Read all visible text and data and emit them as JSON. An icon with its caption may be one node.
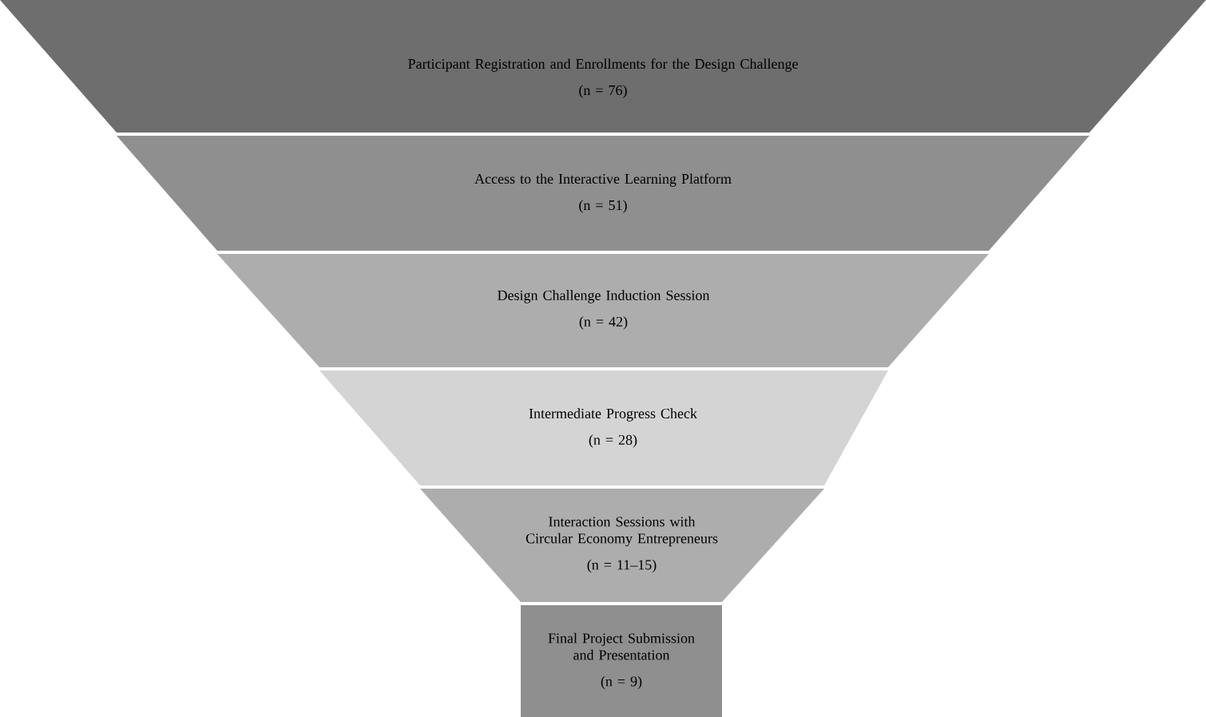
{
  "diagram": {
    "nodes": [
      {
        "text": [
          "Participant Registration and Enrollments for the Design Challenge",
          "(n = 76)"
        ]
      },
      {
        "text": [
          "Access to the Interactive Learning Platform",
          "(n = 51)"
        ]
      },
      {
        "text": [
          "Design Challenge Induction Session",
          "(n = 42)"
        ]
      },
      {
        "text": [
          "Intermediate Progress Check",
          "(n = 28)"
        ]
      },
      {
        "text": [
          "Interaction Sessions with Circular Economy Entrepreneurs",
          "(n = 11–15)"
        ]
      },
      {
        "text": [
          "Final Project Submission and Presentation",
          "(n = 9)"
        ]
      }
    ]
  }
}
